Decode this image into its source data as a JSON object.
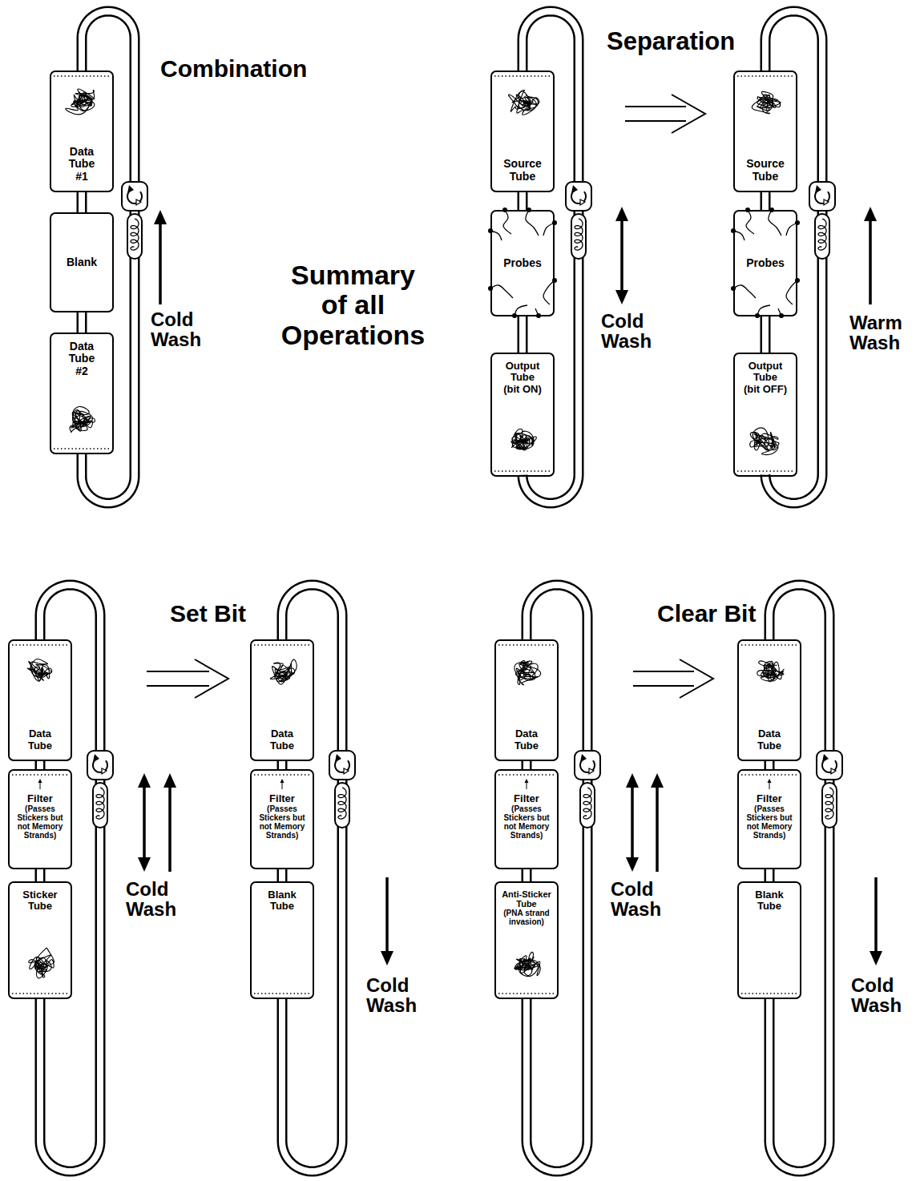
{
  "diagram": {
    "title": "Summary of all Operations",
    "nodes": [
      {
        "text": [
          "Data Tube #1"
        ]
      },
      {
        "text": [
          "Blank"
        ]
      },
      {
        "text": [
          "Data Tube #2"
        ]
      },
      {
        "text": [
          "Source Tube"
        ]
      },
      {
        "text": [
          "Probes"
        ]
      },
      {
        "text": [
          "Output Tube",
          "(bit ON)"
        ]
      },
      {
        "text": [
          "Source Tube"
        ]
      },
      {
        "text": [
          "Probes"
        ]
      },
      {
        "text": [
          "Output Tube",
          "(bit OFF)"
        ]
      },
      {
        "text": [
          "Data Tube"
        ]
      },
      {
        "text": [
          "Filter",
          "(Passes Stickers but not Memory Strands)"
        ]
      },
      {
        "text": [
          "Sticker Tube"
        ]
      },
      {
        "text": [
          "Data Tube"
        ]
      },
      {
        "text": [
          "Filter",
          "(Passes Stickers but not Memory Strands)"
        ]
      },
      {
        "text": [
          "Blank Tube"
        ]
      },
      {
        "text": [
          "Data Tube"
        ]
      },
      {
        "text": [
          "Filter",
          "(Passes Stickers but not Memory Strands)"
        ]
      },
      {
        "text": [
          "Anti-Sticker Tube",
          "(PNA strand invasion)"
        ]
      },
      {
        "text": [
          "Data Tube"
        ]
      },
      {
        "text": [
          "Filter",
          "(Passes Stickers but not Memory Strands)"
        ]
      },
      {
        "text": [
          "Blank Tube"
        ]
      }
    ],
    "edges": [
      {
        "from": 0,
        "to": 1,
        "arrow": "none"
      },
      {
        "from": 1,
        "to": 2,
        "arrow": "none"
      },
      {
        "from": 2,
        "to": 0,
        "arrow": "none"
      },
      {
        "from": 3,
        "to": 4,
        "arrow": "none"
      },
      {
        "from": 4,
        "to": 5,
        "arrow": "none"
      },
      {
        "from": 5,
        "to": 3,
        "arrow": "none"
      },
      {
        "from": 6,
        "to": 7,
        "arrow": "none"
      },
      {
        "from": 7,
        "to": 8,
        "arrow": "none"
      },
      {
        "from": 8,
        "to": 6,
        "arrow": "none"
      },
      {
        "from": 9,
        "to": 10,
        "arrow": "none"
      },
      {
        "from": 10,
        "to": 11,
        "arrow": "none"
      },
      {
        "from": 11,
        "to": 9,
        "arrow": "none"
      },
      {
        "from": 12,
        "to": 13,
        "arrow": "none"
      },
      {
        "from": 13,
        "to": 14,
        "arrow": "none"
      },
      {
        "from": 14,
        "to": 12,
        "arrow": "none"
      },
      {
        "from": 15,
        "to": 16,
        "arrow": "none"
      },
      {
        "from": 16,
        "to": 17,
        "arrow": "none"
      },
      {
        "from": 17,
        "to": 15,
        "arrow": "none"
      },
      {
        "from": 18,
        "to": 19,
        "arrow": "none"
      },
      {
        "from": 19,
        "to": 20,
        "arrow": "none"
      },
      {
        "from": 20,
        "to": 18,
        "arrow": "none"
      }
    ],
    "labels": [
      "Combination",
      "Separation",
      "Cold Wash",
      "Cold Wash",
      "Warm Wash",
      "Set Bit",
      "Clear Bit",
      "Cold Wash",
      "Cold Wash",
      "Cold Wash",
      "Cold Wash"
    ]
  }
}
